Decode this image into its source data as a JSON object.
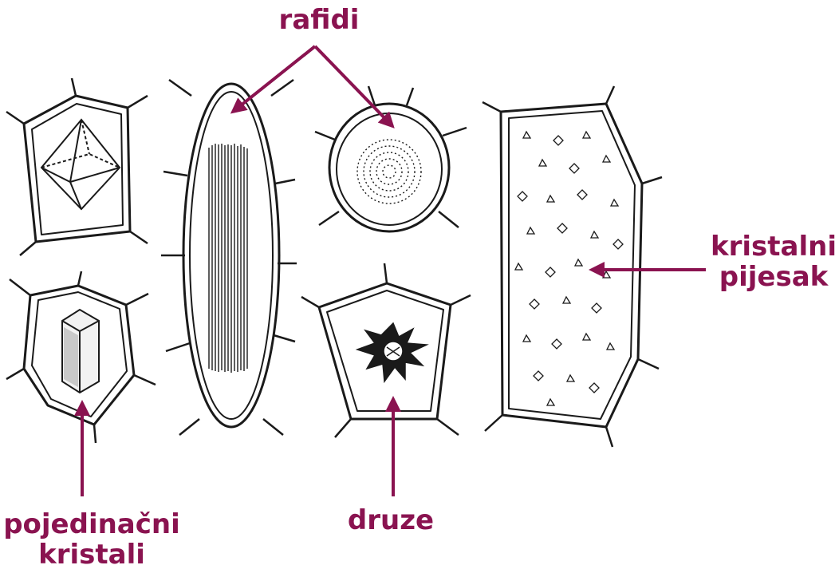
{
  "labels": {
    "rafidi": "rafidi",
    "kristalni_line1": "kristalni",
    "kristalni_line2": "pijesak",
    "druze": "druze",
    "pojedinacni_line1": "pojedinačni",
    "pojedinacni_line2": "kristali"
  },
  "colors": {
    "accent": "#8a1350",
    "ink": "#1a1a1a",
    "background": "#ffffff"
  }
}
